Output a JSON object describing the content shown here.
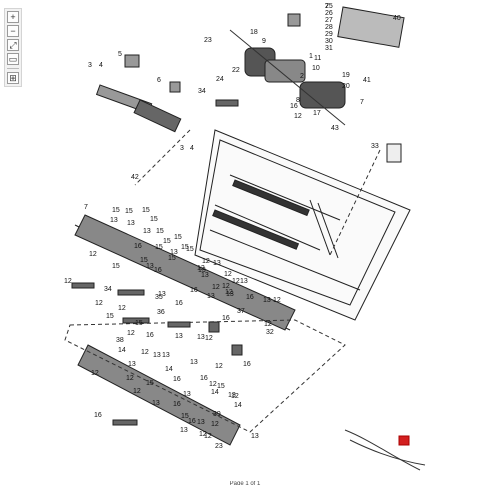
{
  "toolbar": {
    "buttons": [
      {
        "name": "zoom-in-button",
        "glyph": "+"
      },
      {
        "name": "zoom-out-button",
        "glyph": "−"
      },
      {
        "name": "fit-page-button",
        "glyph": "⤢"
      },
      {
        "name": "fit-width-button",
        "glyph": "▭"
      },
      {
        "name": "layout-button",
        "glyph": "⊞"
      }
    ]
  },
  "callouts": [
    "25",
    "26",
    "27",
    "28",
    "29",
    "30",
    "31",
    "40",
    "23",
    "18",
    "9",
    "1",
    "22",
    "10",
    "2",
    "5",
    "3",
    "4",
    "24",
    "6",
    "34",
    "19",
    "20",
    "41",
    "16",
    "12",
    "17",
    "7",
    "43",
    "11",
    "8",
    "3",
    "4",
    "33",
    "42",
    "7",
    "15",
    "15",
    "15",
    "15",
    "13",
    "13",
    "13",
    "15",
    "15",
    "15",
    "15",
    "15",
    "13",
    "12",
    "13",
    "15",
    "15",
    "13",
    "12",
    "16",
    "15",
    "13",
    "12",
    "13",
    "12",
    "15",
    "16",
    "12",
    "12",
    "13",
    "12",
    "13",
    "16",
    "13",
    "12",
    "34",
    "35",
    "16",
    "12",
    "13",
    "12",
    "16",
    "13",
    "12",
    "36",
    "37",
    "12",
    "15",
    "16",
    "13",
    "32",
    "12",
    "15",
    "16",
    "13",
    "12",
    "16",
    "38",
    "12",
    "14",
    "12",
    "13",
    "13",
    "13",
    "14",
    "12",
    "16",
    "13",
    "12",
    "12",
    "15",
    "16",
    "12",
    "14",
    "12",
    "13",
    "13",
    "16",
    "13",
    "15",
    "16",
    "12",
    "15",
    "14",
    "12",
    "16",
    "39",
    "13",
    "13",
    "12",
    "12",
    "13",
    "23",
    "7"
  ],
  "footer_text": "Page 1 of 1"
}
